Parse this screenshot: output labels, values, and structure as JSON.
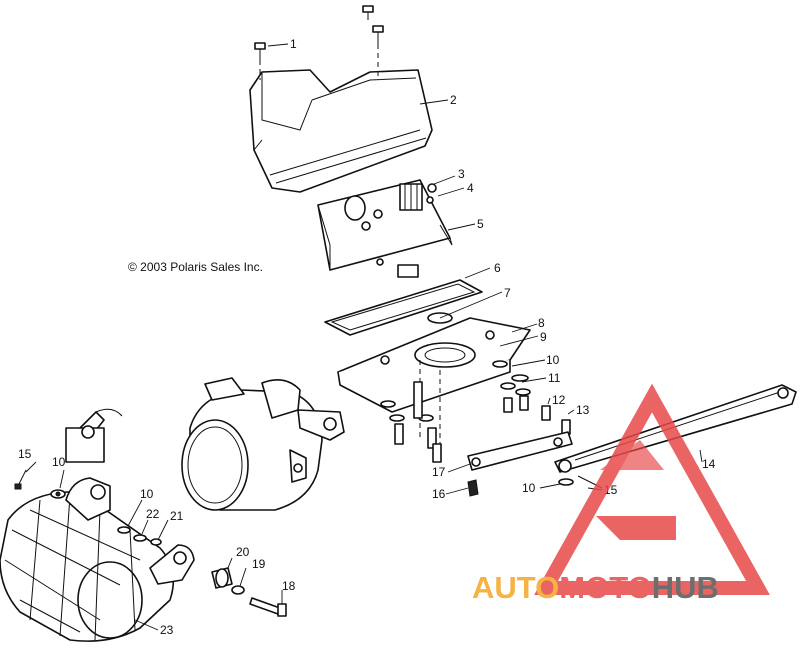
{
  "copyright": "© 2003 Polaris Sales Inc.",
  "watermark": {
    "part1": "AUTO",
    "part2": "MOTO",
    "part3": "HUB",
    "color_orange": "#f5a623",
    "color_red": "#e84a4a",
    "color_grey": "#555555"
  },
  "callouts": [
    {
      "id": "c1",
      "text": "1"
    },
    {
      "id": "c2",
      "text": "2"
    },
    {
      "id": "c3",
      "text": "3"
    },
    {
      "id": "c4",
      "text": "4"
    },
    {
      "id": "c5",
      "text": "5"
    },
    {
      "id": "c6",
      "text": "6"
    },
    {
      "id": "c7",
      "text": "7"
    },
    {
      "id": "c8",
      "text": "8"
    },
    {
      "id": "c9",
      "text": "9"
    },
    {
      "id": "c10a",
      "text": "10"
    },
    {
      "id": "c11",
      "text": "11"
    },
    {
      "id": "c12",
      "text": "12"
    },
    {
      "id": "c13",
      "text": "13"
    },
    {
      "id": "c14",
      "text": "14"
    },
    {
      "id": "c15a",
      "text": "15"
    },
    {
      "id": "c10b",
      "text": "10"
    },
    {
      "id": "c16",
      "text": "16"
    },
    {
      "id": "c17",
      "text": "17"
    },
    {
      "id": "c15b",
      "text": "15"
    },
    {
      "id": "c10c",
      "text": "10"
    },
    {
      "id": "c10d",
      "text": "10"
    },
    {
      "id": "c22",
      "text": "22"
    },
    {
      "id": "c21",
      "text": "21"
    },
    {
      "id": "c20",
      "text": "20"
    },
    {
      "id": "c19",
      "text": "19"
    },
    {
      "id": "c18",
      "text": "18"
    },
    {
      "id": "c23",
      "text": "23"
    }
  ]
}
